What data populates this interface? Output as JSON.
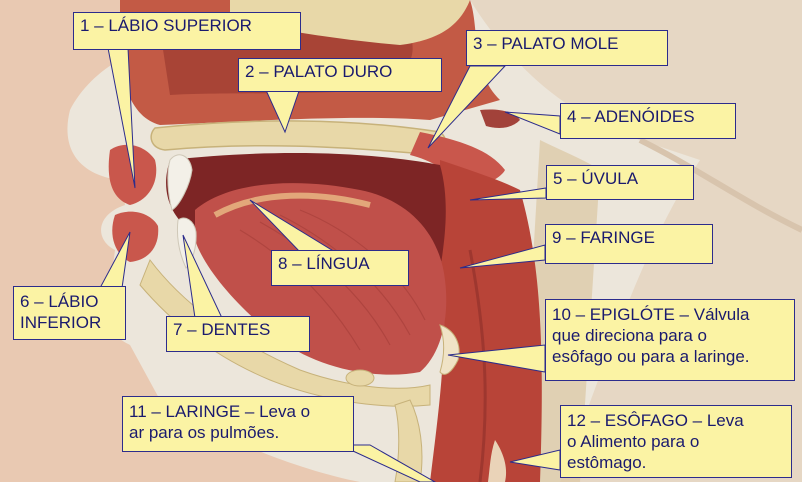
{
  "labels": {
    "l1": "1 – LÁBIO SUPERIOR",
    "l2": "2 – PALATO DURO",
    "l3": "3 – PALATO MOLE",
    "l4": "4 – ADENÓIDES",
    "l5": "5 – ÚVULA",
    "l6": "6 – LÁBIO\nINFERIOR",
    "l7": "7 – DENTES",
    "l8": "8 – LÍNGUA",
    "l9": "9 – FARINGE",
    "l10": "10 – EPIGLÓTE – Válvula\nque direciona para o\nesôfago ou para a laringe.",
    "l11": "11 – LARINGE – Leva o\nar para os pulmões.",
    "l12": "12 – ESÔFAGO – Leva\no Alimento para o\nestômago."
  },
  "colors": {
    "label_fill": "#fbf3a4",
    "label_border": "#2c2c8c",
    "label_text": "#1a1a6e",
    "tissue": "#b84438",
    "tongue": "#c0504a",
    "skin": "#e9c9b2",
    "bone": "#e8d8a8"
  }
}
